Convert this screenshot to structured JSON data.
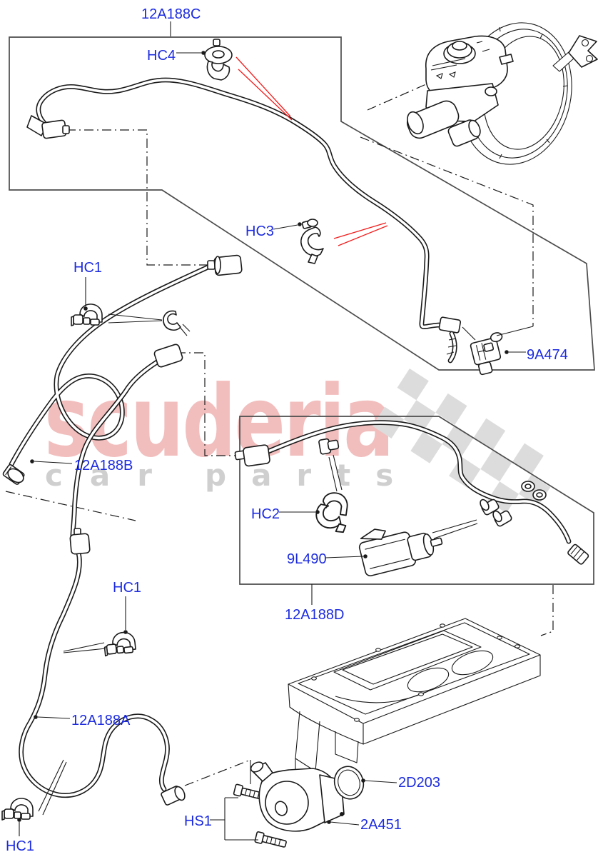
{
  "diagram": {
    "type": "automotive-parts-line-diagram",
    "callouts": [
      {
        "id": "12A188C",
        "text": "12A188C"
      },
      {
        "id": "HC4",
        "text": "HC4"
      },
      {
        "id": "HC3",
        "text": "HC3"
      },
      {
        "id": "HC1-top",
        "text": "HC1"
      },
      {
        "id": "9A474",
        "text": "9A474"
      },
      {
        "id": "12A188B",
        "text": "12A188B"
      },
      {
        "id": "HC2",
        "text": "HC2"
      },
      {
        "id": "9L490",
        "text": "9L490"
      },
      {
        "id": "12A188D",
        "text": "12A188D"
      },
      {
        "id": "HC1-mid",
        "text": "HC1"
      },
      {
        "id": "12A188A",
        "text": "12A188A"
      },
      {
        "id": "HC1-bottom",
        "text": "HC1"
      },
      {
        "id": "HS1",
        "text": "HS1"
      },
      {
        "id": "2D203",
        "text": "2D203"
      },
      {
        "id": "2A451",
        "text": "2A451"
      }
    ],
    "watermark": {
      "brand": "scuderia",
      "tagline_word1": "car",
      "tagline_word2": "parts"
    },
    "colors": {
      "callout_text": "#1c2bdf",
      "highlight_lines": "#f21b1b",
      "line_art": "#1a1a1a",
      "detail_box": "#4c4c4c",
      "watermark_pink": "#f2bdbd",
      "watermark_gray": "#cfcfcf",
      "checker_gray": "#dcdcdc",
      "background": "#ffffff"
    }
  }
}
